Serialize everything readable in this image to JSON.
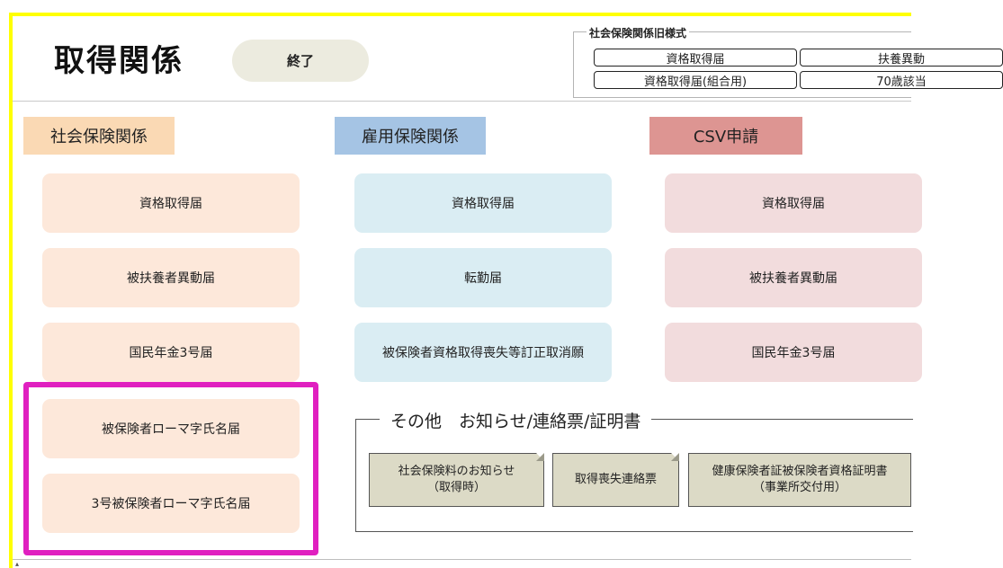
{
  "header": {
    "title": "取得関係",
    "end_label": "終了"
  },
  "legacy": {
    "title": "社会保険関係旧様式",
    "buttons": [
      "資格取得届",
      "扶養異動",
      "資格取得届(組合用)",
      "70歳該当"
    ]
  },
  "categories": {
    "social": "社会保険関係",
    "employment": "雇用保険関係",
    "csv": "CSV申請"
  },
  "social_forms": [
    "資格取得届",
    "被扶養者異動届",
    "国民年金3号届",
    "被保険者ローマ字氏名届",
    "3号被保険者ローマ字氏名届"
  ],
  "employment_forms": [
    "資格取得届",
    "転勤届",
    "被保険者資格取得喪失等訂正取消願"
  ],
  "csv_forms": [
    "資格取得届",
    "被扶養者異動届",
    "国民年金3号届"
  ],
  "other": {
    "title": "その他　お知らせ/連絡票/証明書",
    "items": [
      {
        "line1": "社会保険料のお知らせ",
        "line2": "（取得時）"
      },
      {
        "line1": "取得喪失連絡票",
        "line2": ""
      },
      {
        "line1": "健康保険者証被保険者資格証明書",
        "line2": "（事業所交付用）"
      }
    ]
  },
  "colors": {
    "frame": "#ffff00",
    "highlight": "#e020c0",
    "social_header": "#fad9b4",
    "employment_header": "#a5c4e4",
    "csv_header": "#dd9592"
  }
}
